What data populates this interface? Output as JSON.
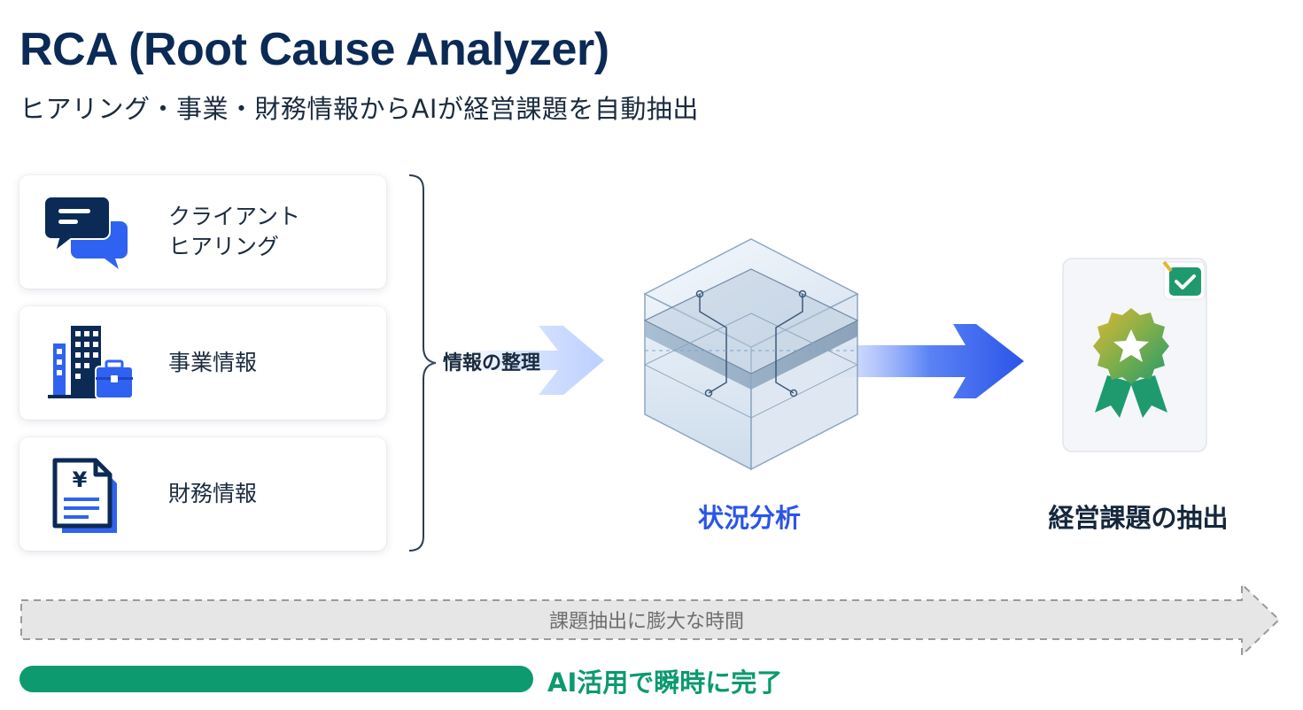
{
  "header": {
    "title": "RCA (Root Cause Analyzer)",
    "subtitle": "ヒアリング・事業・財務情報からAIが経営課題を自動抽出"
  },
  "inputs": [
    {
      "label_line1": "クライアント",
      "label_line2": "ヒアリング",
      "icon": "chat-bubbles-icon"
    },
    {
      "label_line1": "事業情報",
      "icon": "building-briefcase-icon"
    },
    {
      "label_line1": "財務情報",
      "icon": "yen-document-icon"
    }
  ],
  "process": {
    "organize_label": "情報の整理",
    "analysis_label": "状況分析",
    "result_label": "経営課題の抽出",
    "result_icon": "award-badge-icon"
  },
  "timeline": {
    "slow_label": "課題抽出に膨大な時間",
    "fast_label": "AI活用で瞬時に完了"
  },
  "colors": {
    "navy": "#0b2a55",
    "accent_blue": "#2a55e8",
    "green": "#0c9a6e",
    "gray_arrow": "#e6e6e6"
  }
}
